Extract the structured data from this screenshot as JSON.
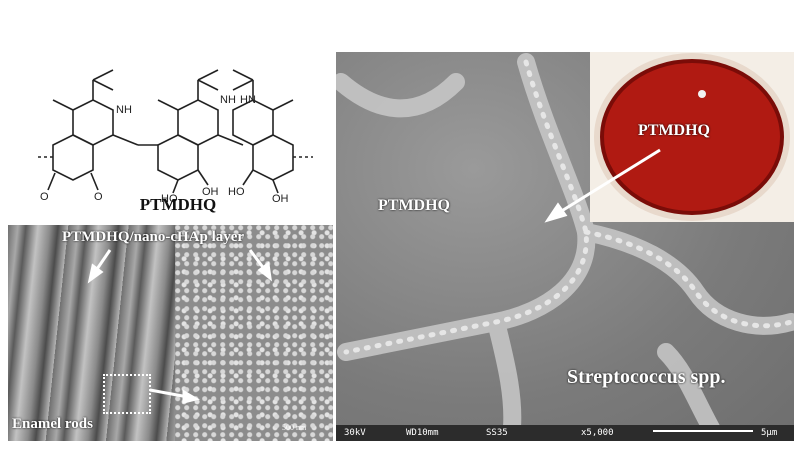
{
  "structure": {
    "name": "PTMDHQ",
    "atoms": {
      "nh_left": "NH",
      "nh_mid": "NH",
      "hn_right": "HN",
      "oh_1": "HO",
      "oh_2": "OH",
      "oh_3": "HO",
      "oh_4": "OH",
      "o_1": "O",
      "o_2": "O"
    }
  },
  "sem_left": {
    "layer_label": "PTMDHQ/nano-cHAp layer",
    "enamel_label": "Enamel rods",
    "scale_label": "500 nm"
  },
  "sem_right": {
    "sample_label": "PTMDHQ",
    "organism_label": "Streptococcus spp.",
    "info": {
      "voltage": "30kV",
      "wd": "WD10mm",
      "ss": "SS35",
      "mag": "x5,000",
      "scale": "5µm"
    }
  },
  "plate": {
    "label": "PTMDHQ",
    "colors": {
      "agar": "#b01a12",
      "agar_dark": "#7a0c08",
      "rim": "#e8d9cc"
    }
  }
}
